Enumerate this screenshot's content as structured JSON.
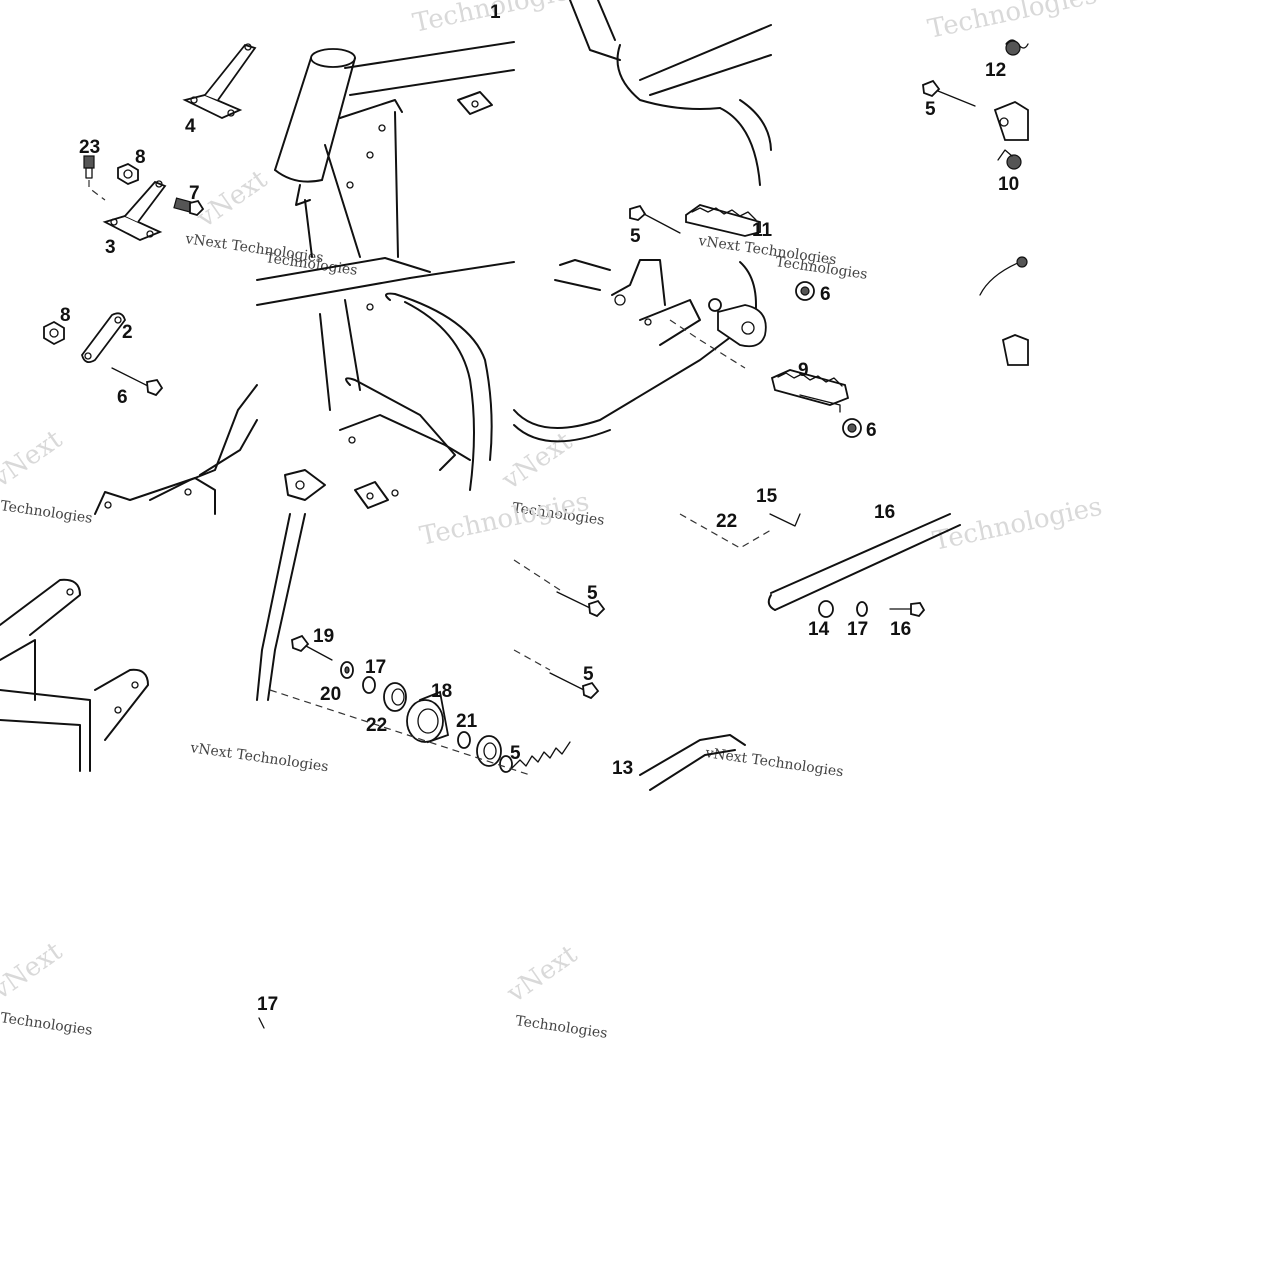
{
  "watermark": {
    "line1": "vNext",
    "line2": "Technologies",
    "caption": "vNext Technologies"
  },
  "callouts": [
    "1",
    "4",
    "23",
    "8",
    "7",
    "3",
    "12",
    "5",
    "10",
    "5",
    "11",
    "8",
    "2",
    "6",
    "6",
    "9",
    "6",
    "15",
    "22",
    "16",
    "5",
    "19",
    "17",
    "20",
    "18",
    "22",
    "21",
    "5",
    "14",
    "17",
    "16",
    "5",
    "13",
    "17"
  ]
}
